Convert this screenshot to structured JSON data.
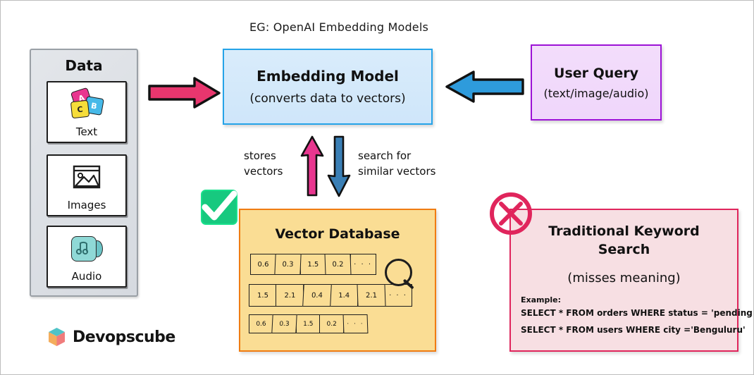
{
  "diagram": {
    "caption": "EG: OpenAI Embedding Models",
    "data_panel": {
      "title": "Data",
      "items": [
        {
          "label": "Text",
          "icon": "letter-blocks-icon",
          "blocks": [
            "A",
            "B",
            "C"
          ]
        },
        {
          "label": "Images",
          "icon": "picture-icon"
        },
        {
          "label": "Audio",
          "icon": "audio-note-icon"
        }
      ]
    },
    "embedding_model": {
      "title": "Embedding Model",
      "subtitle": "(converts data to vectors)",
      "border_color": "#25a3e8",
      "fill_color": "#d9ecfb"
    },
    "user_query": {
      "title": "User Query",
      "subtitle": "(text/image/audio)",
      "border_color": "#9c12d6",
      "fill_color": "#f3ddfb"
    },
    "vector_db": {
      "title": "Vector Database",
      "border_color": "#f07c12",
      "fill_color": "#fadd94",
      "rows": [
        [
          "0.6",
          "0.3",
          "1.5",
          "0.2",
          "· · ·"
        ],
        [
          "1.5",
          "2.1",
          "0.4",
          "1.4",
          "2.1",
          "· · ·"
        ],
        [
          "0.6",
          "0.3",
          "1.5",
          "0.2",
          "· · ·"
        ]
      ],
      "search_icon": "magnifier-icon"
    },
    "keyword_search": {
      "title": "Traditional Keyword Search",
      "subtitle": "(misses meaning)",
      "example_label": "Example:",
      "sql_lines": [
        "SELECT * FROM orders WHERE status = 'pending'",
        "SELECT * FROM users WHERE city ='Benguluru'"
      ],
      "border_color": "#e0255c",
      "fill_color": "#f7dfe3"
    },
    "arrows": {
      "data_to_model": {
        "icon": "right-arrow-icon",
        "color": "#e8366e"
      },
      "query_to_model": {
        "icon": "left-arrow-icon",
        "color": "#2e9bdc"
      },
      "store_up": {
        "icon": "up-arrow-icon",
        "color": "#e8368f",
        "label": "stores vectors"
      },
      "search_down": {
        "icon": "down-arrow-icon",
        "color": "#3a7fb5",
        "label": "search for similar vectors"
      }
    },
    "badges": {
      "approve": {
        "icon": "check-badge-icon",
        "color": "#17c97f"
      },
      "reject": {
        "icon": "x-circle-icon",
        "color": "#e0255c"
      }
    },
    "logo": {
      "text": "Devopscube",
      "icon": "cube-logo-icon"
    }
  }
}
